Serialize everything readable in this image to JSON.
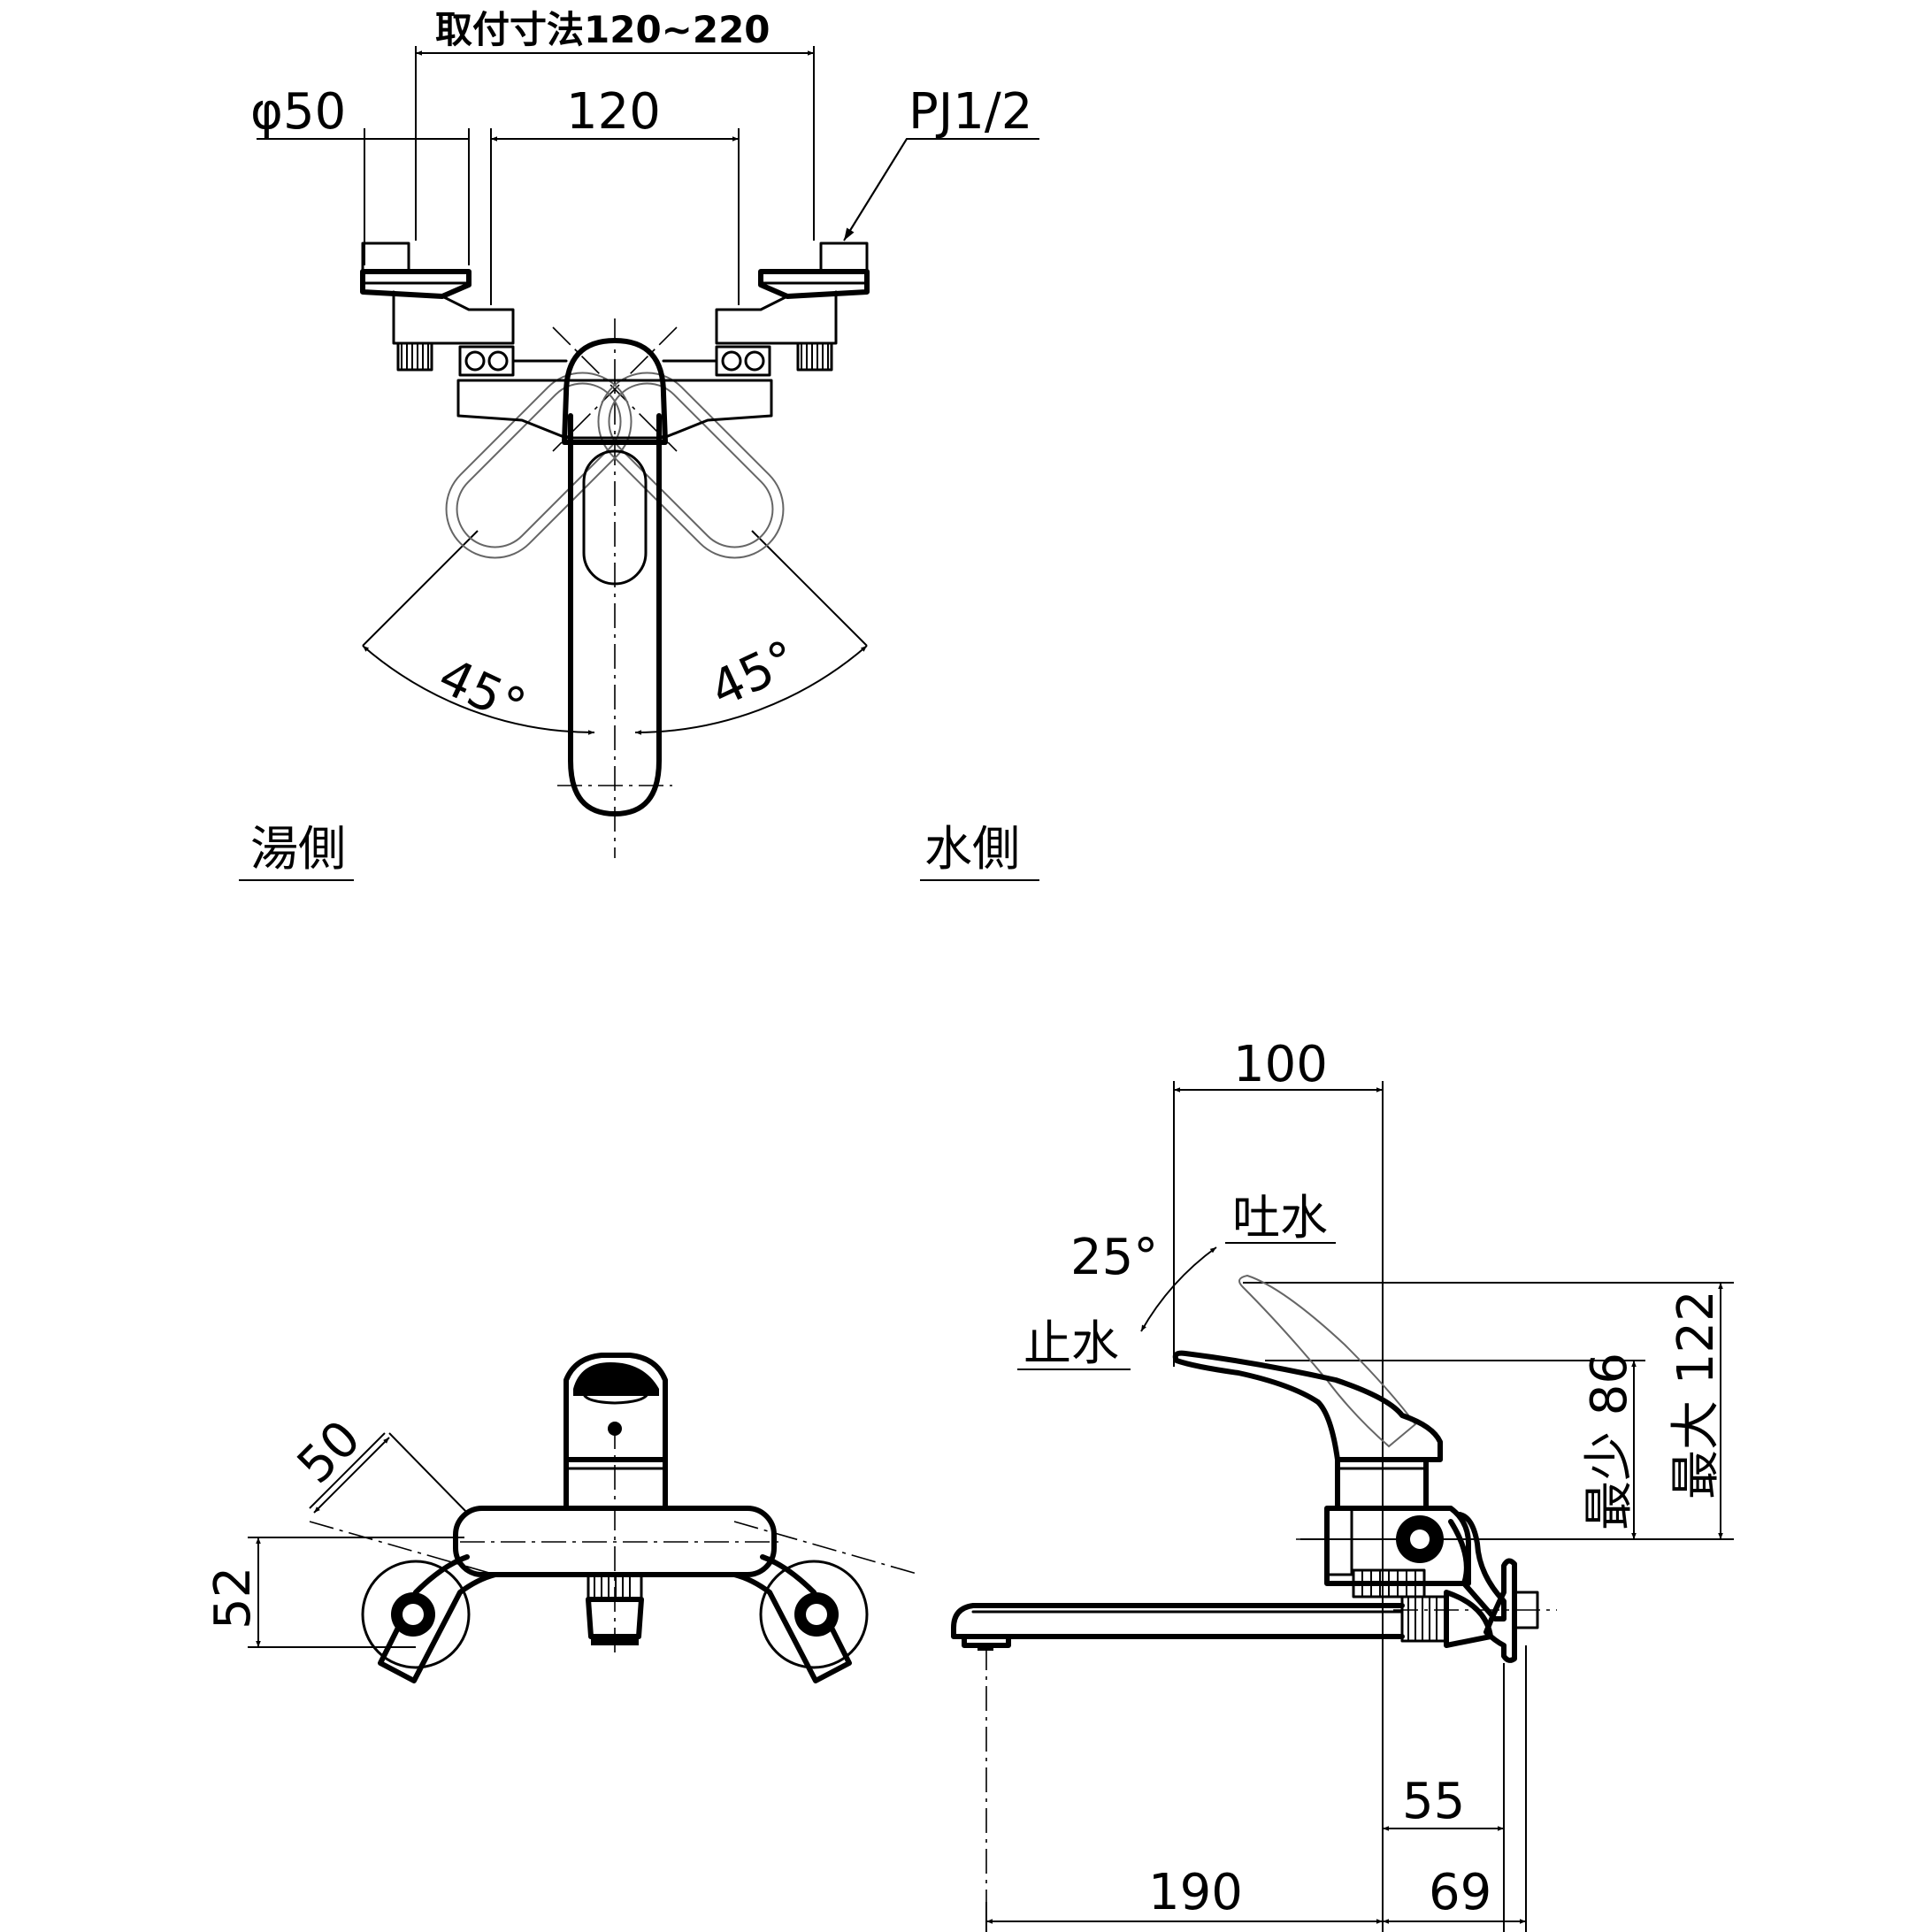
{
  "top_view": {
    "mount_range": "取付寸法120~220",
    "diameter": "φ50",
    "pitch": "120",
    "thread": "PJ1/2",
    "angle_left": "45°",
    "angle_right": "45°",
    "hot_side": "湯側",
    "cold_side": "水側"
  },
  "front_view": {
    "offset": "50",
    "height": "52"
  },
  "side_view": {
    "width_top": "100",
    "angle": "25°",
    "outflow": "吐水",
    "stop": "止水",
    "min_height": "最少 86",
    "max_height": "最大 122",
    "wall_depth": "55",
    "spout_reach": "190",
    "base_depth": "69"
  }
}
